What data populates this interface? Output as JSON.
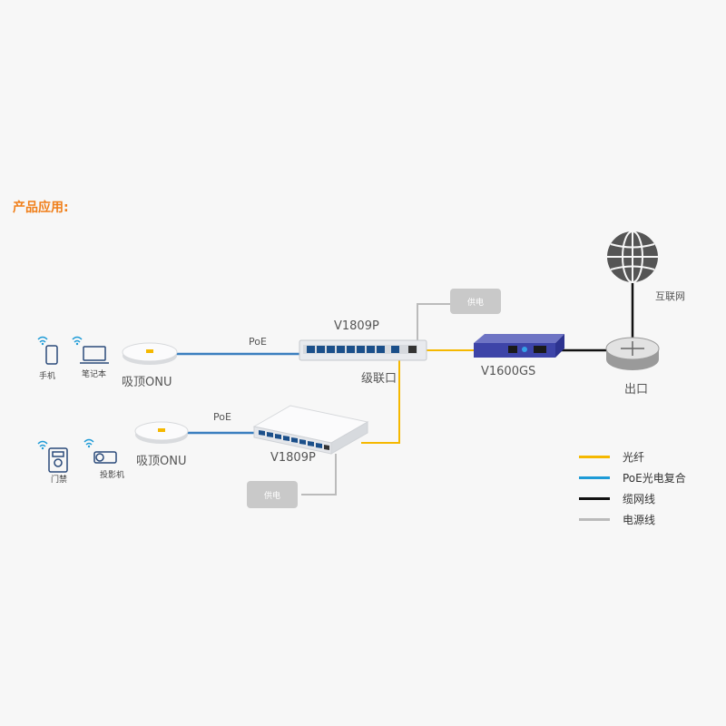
{
  "section_title": "产品应用:",
  "devices": {
    "top_switch": "V1809P",
    "bottom_switch": "V1809P",
    "olt": "V1600GS",
    "onu_top": "吸顶ONU",
    "onu_bottom": "吸顶ONU",
    "internet": "互联网",
    "exit": "出口",
    "phone": "手机",
    "laptop": "笔记本",
    "door": "门禁",
    "projector": "投影机"
  },
  "links": {
    "poe_top": "PoE",
    "poe_bottom": "PoE",
    "cascade_port": "级联口",
    "power_top": "供电",
    "power_bottom": "供电"
  },
  "legend": [
    {
      "label": "光纤",
      "color": "#f5b800"
    },
    {
      "label": "PoE光电复合",
      "color": "#1e9bd7"
    },
    {
      "label": "缆网线",
      "color": "#111111"
    },
    {
      "label": "电源线",
      "color": "#bbbbbb"
    }
  ]
}
